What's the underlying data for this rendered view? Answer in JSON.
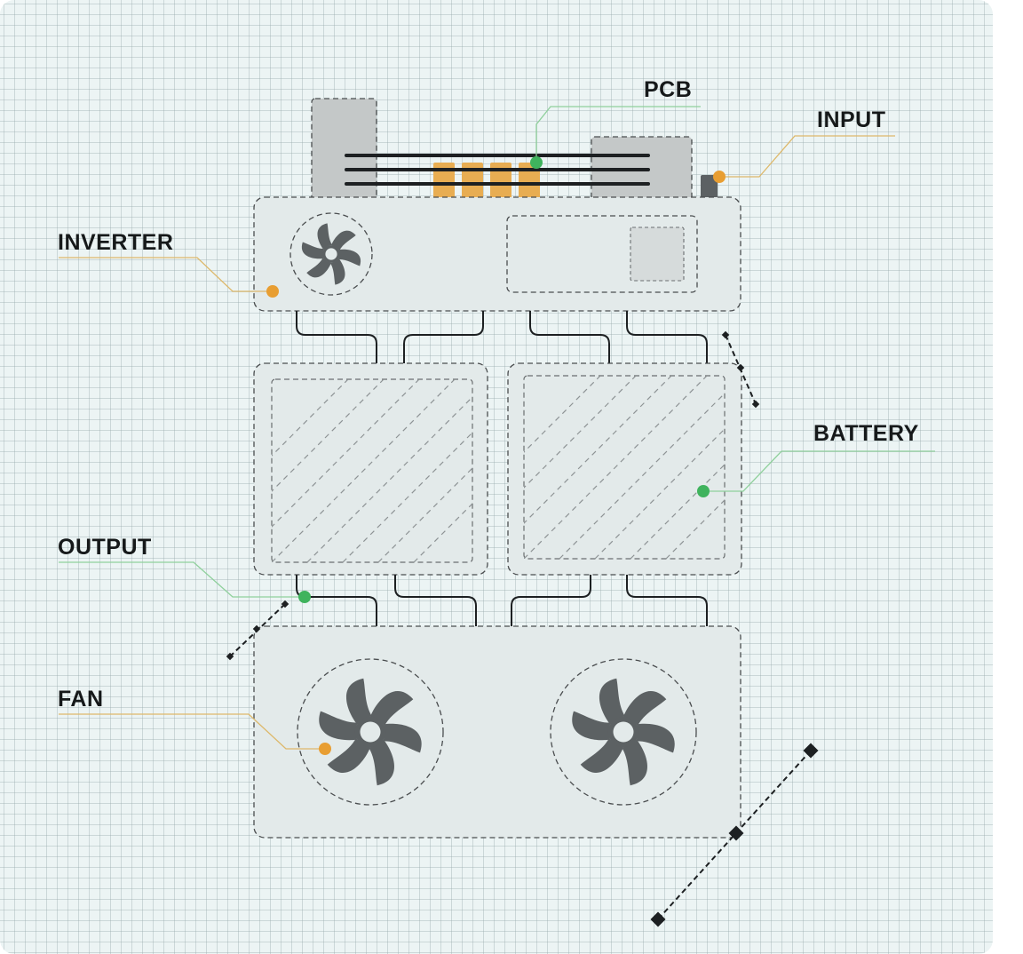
{
  "labels": {
    "pcb": "PCB",
    "input": "INPUT",
    "inverter": "INVERTER",
    "battery": "BATTERY",
    "output": "OUTPUT",
    "fan": "FAN"
  },
  "colors": {
    "background": "#ecf4f4",
    "grid": "#a9bbbd",
    "module_fill": "#e3eaea",
    "dashed_outline": "#4a4d4f",
    "connector_gray": "#c4c8c8",
    "component_orange": "#e8ad52",
    "marker_orange": "#e89e32",
    "marker_green": "#3fb35d",
    "leader_orange": "#ddb86a",
    "leader_green": "#8fd09c",
    "fan_blade": "#5c6163",
    "wire": "#1d2022"
  },
  "icons": [
    "fan-icon",
    "diamond-marker-icon"
  ]
}
